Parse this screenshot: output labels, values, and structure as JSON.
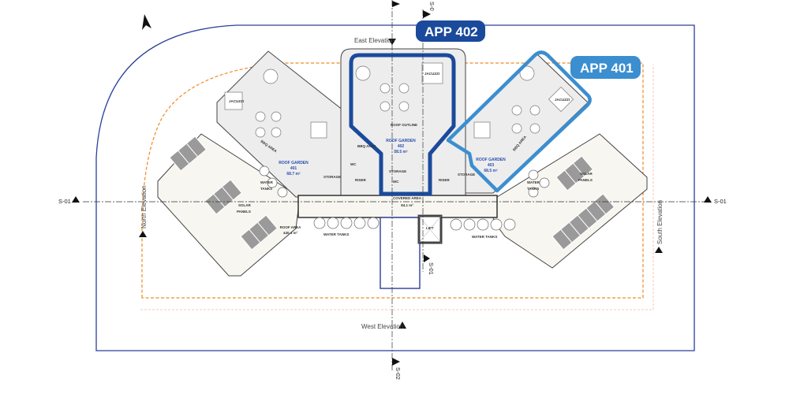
{
  "apartments": [
    {
      "label": "APP 402",
      "color": "#1b4a9c"
    },
    {
      "label": "APP 401",
      "color": "#3b8ed0"
    }
  ],
  "elevations": {
    "east": "East Elevation",
    "west": "West Elevation",
    "north": "North Elevation",
    "south": "South Elevation"
  },
  "sections": {
    "s01": "S-01",
    "s02": "S-02",
    "s0_top": "S-0"
  },
  "rooms": {
    "garden_401": {
      "name": "ROOF GARDEN",
      "number": "401",
      "area": "68.7 m²"
    },
    "garden_402": {
      "name": "ROOF GARDEN",
      "number": "402",
      "area": "58.5 m²"
    },
    "garden_403": {
      "name": "ROOF GARDEN",
      "number": "403",
      "area": "68.5 m²"
    },
    "covered": {
      "name": "COVERED AREA",
      "area": "84.1 m²"
    },
    "roof": {
      "name": "ROOF AREA",
      "area": "440.4 m²"
    },
    "jacuzzi": "JACUZZI",
    "bbq": "BBQ AREA",
    "roof_outline": "ROOF OUTLINE",
    "storage": "STORAGE",
    "wc": "WC",
    "riser": "RISER",
    "lift": "LIFT",
    "water_tanks": "WATER TANKS",
    "water": "WATER",
    "tanks": "TANKS",
    "solar": "SOLAR",
    "panels": "PANELS"
  },
  "colors": {
    "site": "#2c3f9a",
    "setback": "#f08a24",
    "app402": "#1b4a9c",
    "app401": "#3b8ed0"
  }
}
